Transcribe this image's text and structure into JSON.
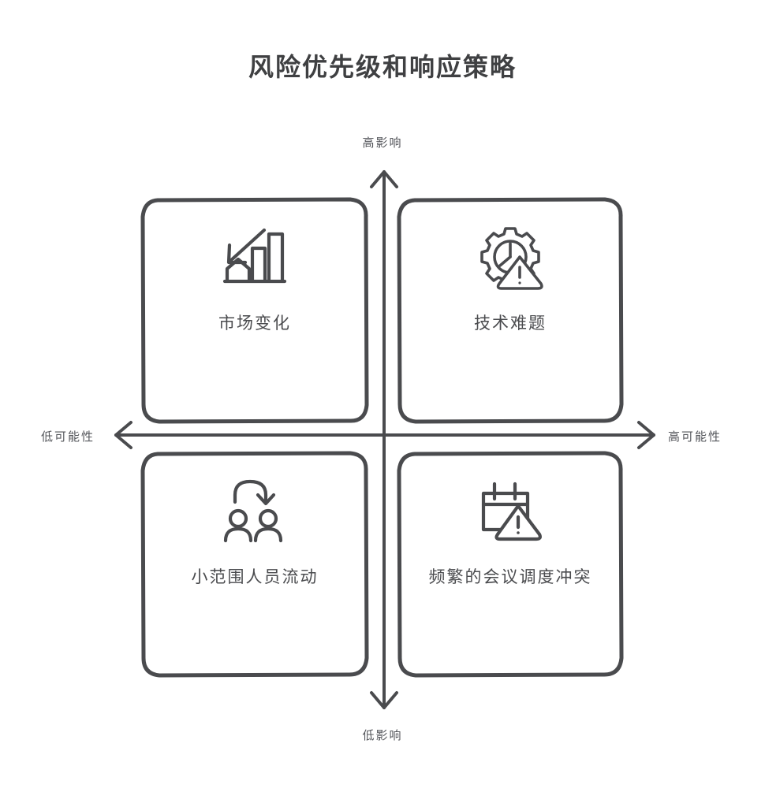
{
  "title": "风险优先级和响应策略",
  "axes": {
    "top_label": "高影响",
    "bottom_label": "低影响",
    "left_label": "低可能性",
    "right_label": "高可能性"
  },
  "colors": {
    "stroke": "#4a4b4e",
    "title": "#3f4042",
    "background": "#ffffff",
    "label": "#53555a"
  },
  "chart_data": {
    "type": "table",
    "title": "风险优先级和响应策略",
    "xlabel": "可能性",
    "ylabel": "影响",
    "x_axis": {
      "low": "低可能性",
      "high": "高可能性"
    },
    "y_axis": {
      "low": "低影响",
      "high": "高影响"
    },
    "quadrants": [
      {
        "position": "top-left",
        "impact": "高影响",
        "likelihood": "低可能性",
        "label": "市场变化",
        "icon": "declining-bar-chart-icon"
      },
      {
        "position": "top-right",
        "impact": "高影响",
        "likelihood": "高可能性",
        "label": "技术难题",
        "icon": "gear-warning-icon"
      },
      {
        "position": "bottom-left",
        "impact": "低影响",
        "likelihood": "低可能性",
        "label": "小范围人员流动",
        "icon": "people-turnover-icon"
      },
      {
        "position": "bottom-right",
        "impact": "低影响",
        "likelihood": "高可能性",
        "label": "频繁的会议调度冲突",
        "icon": "calendar-warning-icon"
      }
    ]
  }
}
